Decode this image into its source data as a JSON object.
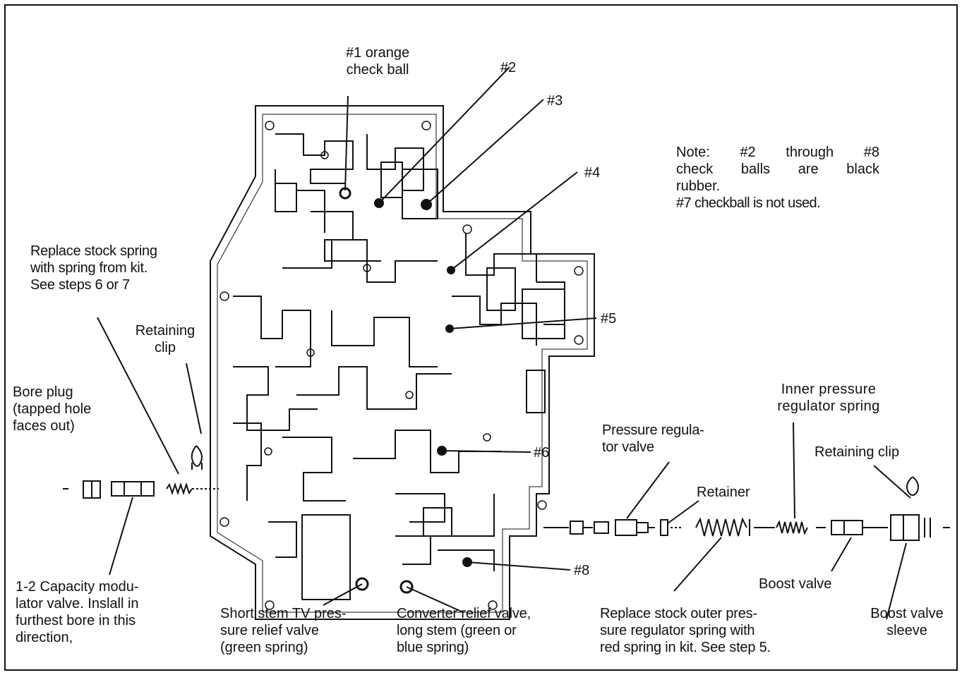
{
  "labels": {
    "ball1": "#1 orange\ncheck ball",
    "ball2": "#2",
    "ball3": "#3",
    "ball4": "#4",
    "ball5": "#5",
    "ball6": "#6",
    "ball8": "#8",
    "note_line1": "Note: #2 through #8",
    "note_line2": "check balls are black",
    "note_line3": "rubber.",
    "note_line4": "#7 checkball is not used.",
    "replace_spring": "Replace stock spring\nwith spring from kit.\nSee steps 6 or 7",
    "retaining_clip_left": "Retaining\nclip",
    "bore_plug": "Bore   plug\n(tapped hole\nfaces out)",
    "capacity_modulator": "1-2 Capacity modu-\nlator valve. Inslall in\nfurthest bore in this\ndirection,",
    "tv_relief": "Short stem TV pres-\nsure  relief  valve\n(green spring)",
    "converter_relief": "Converter relief valve,\nlong stem (green or\nblue spring)",
    "pressure_regulator_valve": "Pressure regula-\ntor valve",
    "retainer": "Retainer",
    "inner_spring": "Inner  pressure\nregulator spring",
    "retaining_clip_right": "Retaining clip",
    "boost_valve": "Boost valve",
    "boost_sleeve": "Boost valve\nsleeve",
    "outer_spring": "Replace stock outer pres-\nsure regulator spring with\nred spring in kit. See step 5."
  }
}
